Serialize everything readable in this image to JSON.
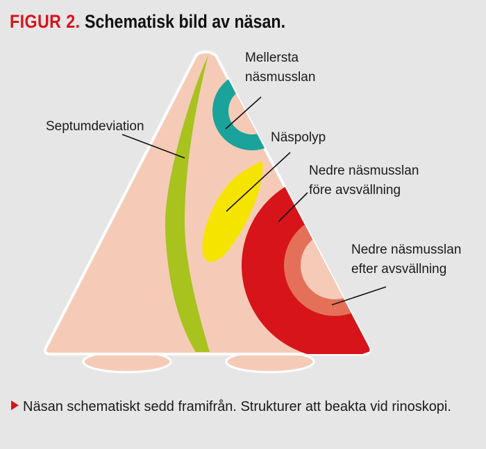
{
  "figure": {
    "label": "FIGUR 2.",
    "title": "Schematisk bild av näsan."
  },
  "labels": {
    "septum": "Septumdeviation",
    "middle_concha": [
      "Mellersta",
      "näsmusslan"
    ],
    "polyp": "Näspolyp",
    "inferior_before": [
      "Nedre näsmusslan",
      "före avsvällning"
    ],
    "inferior_after": [
      "Nedre näsmusslan",
      "efter avsvällning"
    ]
  },
  "caption": "Näsan schematiskt sedd framifrån. Strukturer att beakta vid rinoskopi.",
  "colors": {
    "background": "#e6e6e6",
    "skin": "#f5cbb8",
    "septum": "#a8c21e",
    "middle_concha": "#1aa39a",
    "polyp": "#f5e400",
    "inferior_concha_before": "#d7141a",
    "inferior_concha_after": "#e5705a",
    "accent": "#d7141a"
  }
}
